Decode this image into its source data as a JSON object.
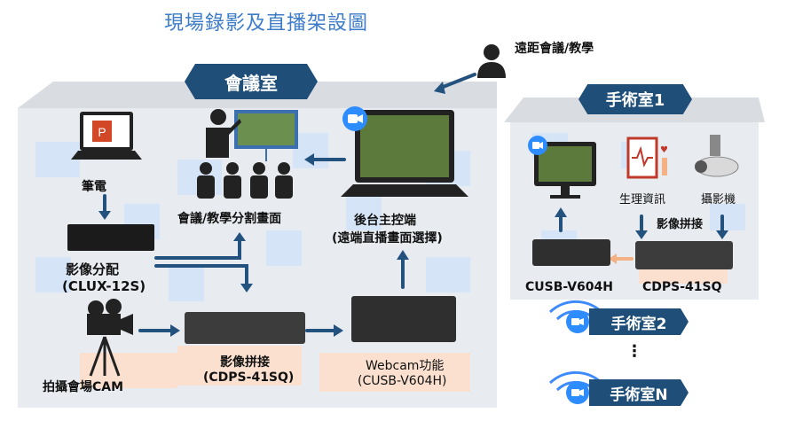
{
  "title": "現場錄影及直播架設圖",
  "remote_label": "遠距會議/教學",
  "meeting_room": {
    "banner": "會議室",
    "laptop_label": "筆電",
    "splitter_label_1": "影像分配",
    "splitter_label_2": "(CLUX-12S)",
    "camera_label": "拍攝會場CAM",
    "presenter_label": "會議/教學分割畫面",
    "console_label_1": "後台主控端",
    "console_label_2": "(遠端直播畫面選擇)",
    "stitcher_label_1": "影像拼接",
    "stitcher_label_2": "(CDPS-41SQ)",
    "webcam_label_1": "Webcam功能",
    "webcam_label_2": "(CUSB-V604H)"
  },
  "surgery": {
    "banner_1": "手術室1",
    "physio_label": "生理資訊",
    "camera_label": "攝影機",
    "stitch_label": "影像拼接",
    "device_left": "CUSB-V604H",
    "device_right": "CDPS-41SQ",
    "banner_2": "手術室2",
    "dots": "⋮",
    "banner_n": "手術室N"
  },
  "colors": {
    "banner": "#1f4e79",
    "arrow": "#24527f",
    "title": "#3d7cc9",
    "zoom": "#2d8cff"
  }
}
